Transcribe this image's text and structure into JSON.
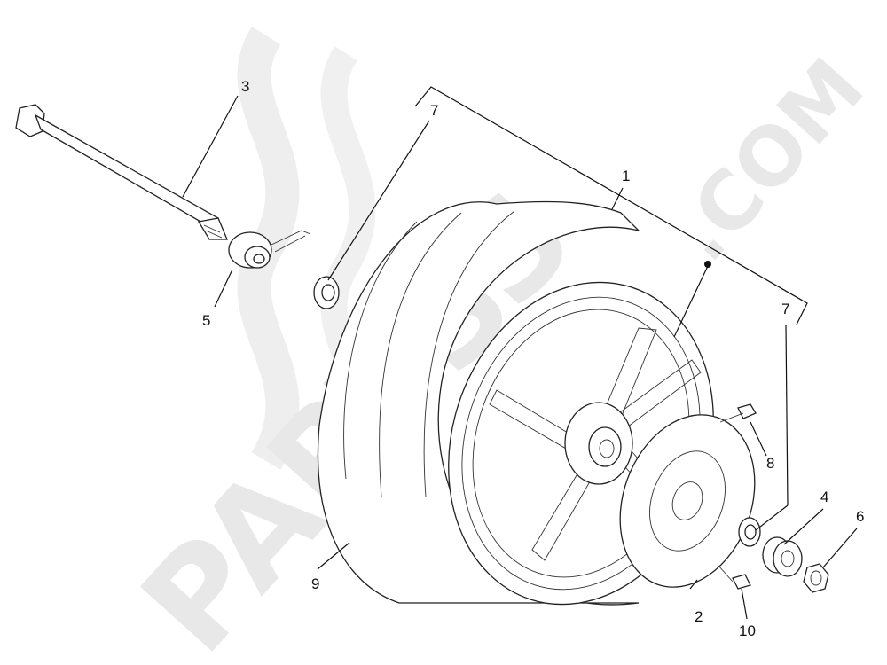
{
  "diagram": {
    "watermark": {
      "brand": "PARTSS",
      "suffix": ".COM"
    },
    "callouts": [
      {
        "id": "c1",
        "label": "1"
      },
      {
        "id": "c2",
        "label": "2"
      },
      {
        "id": "c3",
        "label": "3"
      },
      {
        "id": "c4",
        "label": "4"
      },
      {
        "id": "c5",
        "label": "5"
      },
      {
        "id": "c6",
        "label": "6"
      },
      {
        "id": "c7a",
        "label": "7"
      },
      {
        "id": "c7b",
        "label": "7"
      },
      {
        "id": "c8",
        "label": "8"
      },
      {
        "id": "c9",
        "label": "9"
      },
      {
        "id": "c10",
        "label": "10"
      }
    ]
  }
}
